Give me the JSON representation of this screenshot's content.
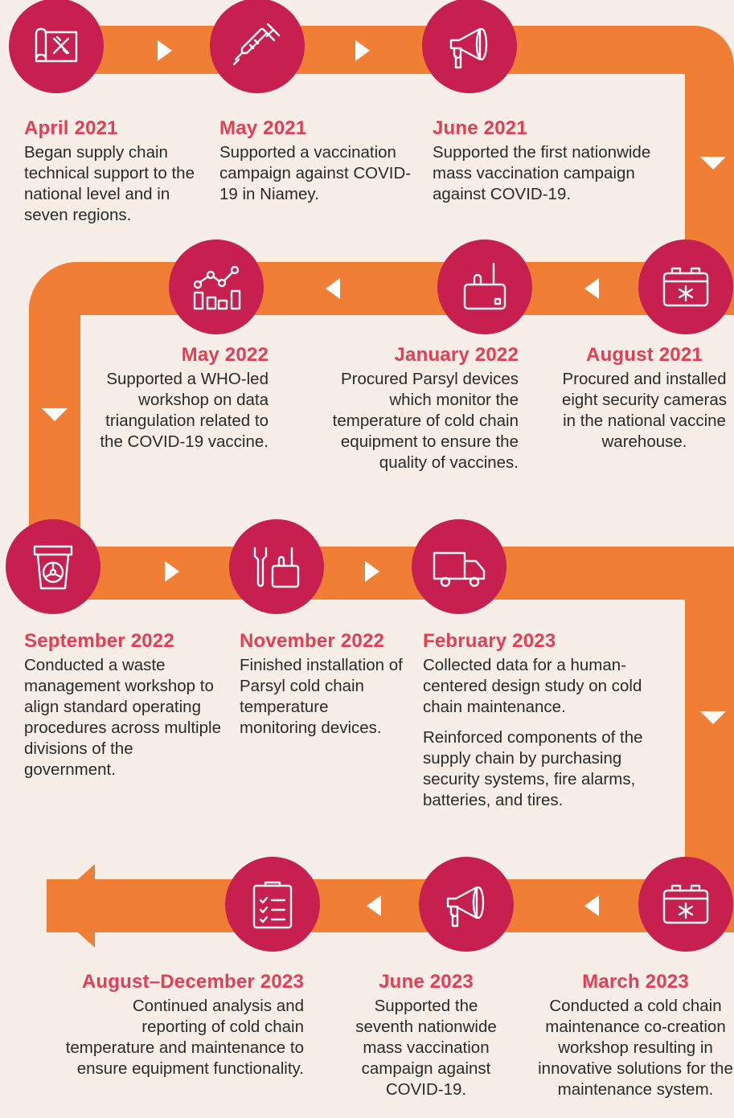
{
  "colors": {
    "background": "#f7eee8",
    "path": "#f07f35",
    "circle": "#c71f4f",
    "date": "#e23f55",
    "text": "#2a2a2a"
  },
  "milestones": [
    {
      "date": "April 2021",
      "description": "Began supply chain technical support to the national level and in seven regions.",
      "icon": "blueprint-icon"
    },
    {
      "date": "May 2021",
      "description": "Supported a vaccination campaign against COVID-19 in Niamey.",
      "icon": "syringe-icon"
    },
    {
      "date": "June 2021",
      "description": "Supported the first nationwide mass vaccination campaign against COVID-19.",
      "icon": "megaphone-icon"
    },
    {
      "date": "August 2021",
      "description": "Procured and installed eight security cameras in the national vaccine warehouse.",
      "icon": "cooler-box-icon"
    },
    {
      "date": "January 2022",
      "description": "Procured Parsyl devices which monitor the temperature of cold chain equipment to ensure the quality of vaccines.",
      "icon": "sensor-device-icon"
    },
    {
      "date": "May 2022",
      "description": "Supported a WHO-led workshop on data triangulation related to the COVID-19 vaccine.",
      "icon": "chart-icon"
    },
    {
      "date": "September 2022",
      "description": "Conducted a waste management workshop to align standard operating procedures across multiple divisions of the government.",
      "icon": "biohazard-bin-icon"
    },
    {
      "date": "November 2022",
      "description": "Finished installation of Parsyl cold chain temperature monitoring devices.",
      "icon": "wrench-device-icon"
    },
    {
      "date": "February 2023",
      "description": "Collected data for a human-centered design study on cold chain maintenance.",
      "description_2": "Reinforced components of the supply chain by purchasing security systems, fire alarms, batteries, and tires.",
      "icon": "truck-icon"
    },
    {
      "date": "March 2023",
      "description": "Conducted a cold chain maintenance co-creation workshop resulting in innovative solutions for the maintenance system.",
      "icon": "cooler-box-icon"
    },
    {
      "date": "June 2023",
      "description": "Supported the seventh nationwide mass vaccination campaign against COVID-19.",
      "icon": "megaphone-icon"
    },
    {
      "date": "August–December 2023",
      "description": "Continued analysis and reporting of cold chain temperature and maintenance to ensure equipment functionality.",
      "icon": "clipboard-icon"
    }
  ]
}
